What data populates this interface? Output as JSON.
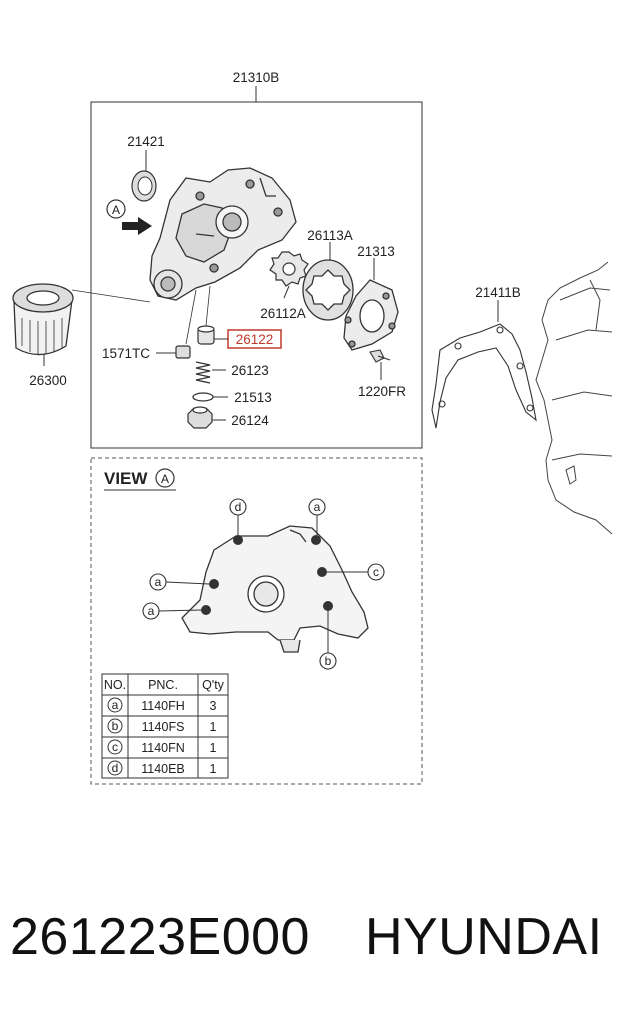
{
  "labels": {
    "assembly": "21310B",
    "seal": "21421",
    "view_marker": "A",
    "rotor_outer": "26113A",
    "cover": "21313",
    "rotor_inner": "26112A",
    "highlight_part": "26122",
    "plug": "1571TC",
    "spring": "26123",
    "gasket_ring": "21513",
    "cap": "26124",
    "bolt": "1220FR",
    "filter": "26300",
    "front_gasket": "21411B"
  },
  "view": {
    "title": "VIEW",
    "marker": "A",
    "callouts": {
      "a": "a",
      "b": "b",
      "c": "c",
      "d": "d"
    }
  },
  "bolt_table": {
    "headers": [
      "NO.",
      "PNC.",
      "Q'ty"
    ],
    "rows": [
      {
        "no": "a",
        "pnc": "1140FH",
        "qty": "3"
      },
      {
        "no": "b",
        "pnc": "1140FS",
        "qty": "1"
      },
      {
        "no": "c",
        "pnc": "1140FN",
        "qty": "1"
      },
      {
        "no": "d",
        "pnc": "1140EB",
        "qty": "1"
      }
    ]
  },
  "footer": {
    "part_number": "261223E000",
    "brand": "HYUNDAI"
  },
  "colors": {
    "highlight": "#c0392b",
    "line": "#333333"
  }
}
